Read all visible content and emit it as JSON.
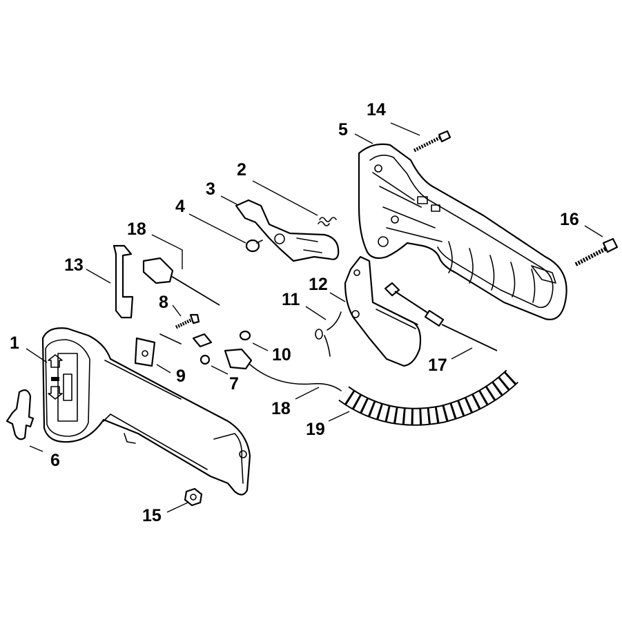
{
  "callouts": [
    {
      "id": "1",
      "label": "1"
    },
    {
      "id": "2",
      "label": "2"
    },
    {
      "id": "3",
      "label": "3"
    },
    {
      "id": "4",
      "label": "4"
    },
    {
      "id": "5",
      "label": "5"
    },
    {
      "id": "6",
      "label": "6"
    },
    {
      "id": "7",
      "label": "7"
    },
    {
      "id": "8",
      "label": "8"
    },
    {
      "id": "9",
      "label": "9"
    },
    {
      "id": "10",
      "label": "10"
    },
    {
      "id": "11",
      "label": "11"
    },
    {
      "id": "12",
      "label": "12"
    },
    {
      "id": "13",
      "label": "13"
    },
    {
      "id": "14",
      "label": "14"
    },
    {
      "id": "15",
      "label": "15"
    },
    {
      "id": "16",
      "label": "16"
    },
    {
      "id": "17",
      "label": "17"
    },
    {
      "id": "18a",
      "label": "18"
    },
    {
      "id": "18b",
      "label": "18"
    },
    {
      "id": "19",
      "label": "19"
    }
  ],
  "colors": {
    "line": "#000000",
    "background": "#ffffff"
  }
}
